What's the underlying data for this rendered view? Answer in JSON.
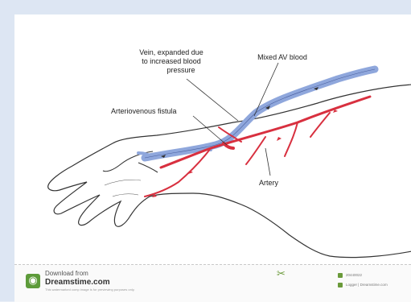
{
  "labels": {
    "vein": [
      "Vein, expanded due",
      "to increased blood",
      "pressure"
    ],
    "mixed": "Mixed AV blood",
    "fistula": "Arteriovenous fistula",
    "artery": "Artery"
  },
  "footer": {
    "download_from": "Download from",
    "brand": "Dreamstime.com",
    "notice": "This watermarked comp image is for previewing purposes only.",
    "image_id": "20440022",
    "credit": "Logger | Dreamstime.com"
  },
  "colors": {
    "vein": "#8fa7dc",
    "artery": "#d8303f",
    "skin_outline": "#333333",
    "brand_green": "#5d9b3a"
  }
}
